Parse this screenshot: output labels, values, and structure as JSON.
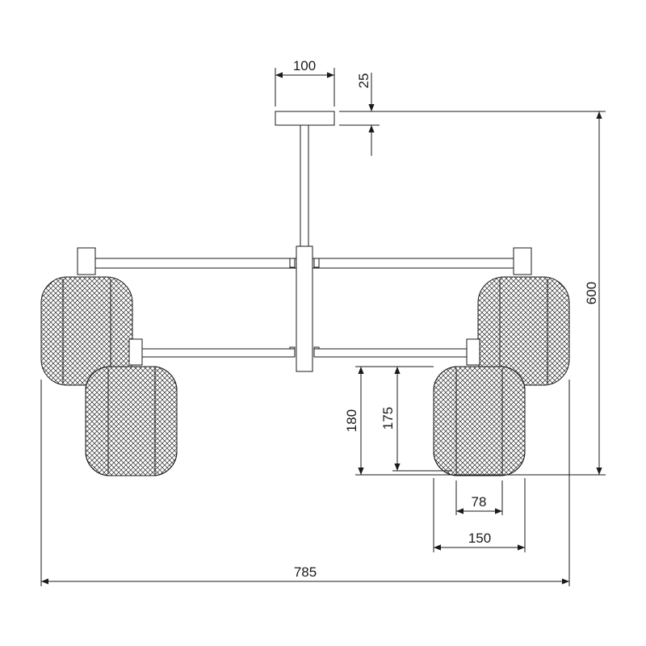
{
  "colors": {
    "line": "#1a1a1a",
    "mesh": "#2a2a2a",
    "background": "#ffffff"
  },
  "dimensions": {
    "canopy_width": "100",
    "canopy_height": "25",
    "total_height": "600",
    "total_width": "785",
    "shade_height": "180",
    "shade_body_height": "175",
    "shade_inner_width": "78",
    "shade_width": "150"
  }
}
